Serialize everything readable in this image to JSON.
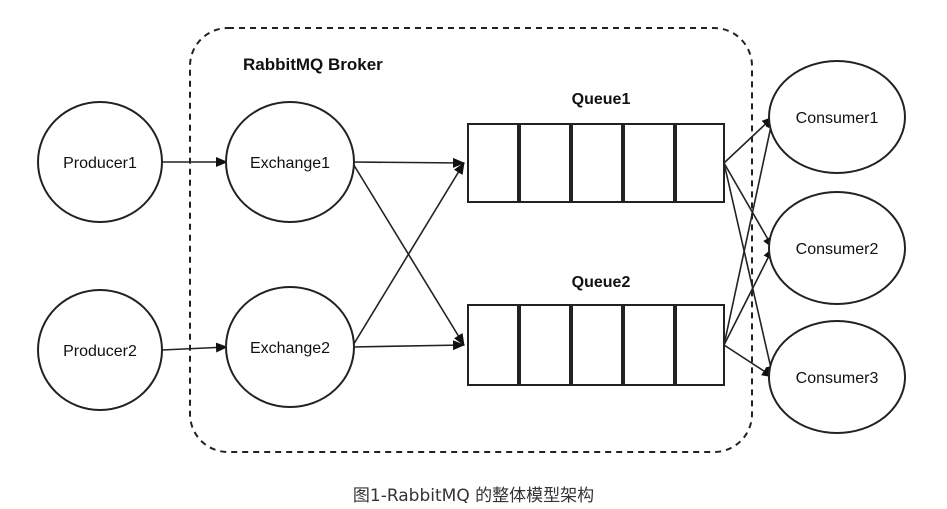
{
  "diagram": {
    "broker_label": "RabbitMQ Broker",
    "producers": [
      "Producer1",
      "Producer2"
    ],
    "exchanges": [
      "Exchange1",
      "Exchange2"
    ],
    "queues": [
      {
        "name": "Queue1",
        "cells": 5
      },
      {
        "name": "Queue2",
        "cells": 5
      }
    ],
    "consumers": [
      "Consumer1",
      "Consumer2",
      "Consumer3"
    ],
    "edges": [
      [
        "Producer1",
        "Exchange1"
      ],
      [
        "Producer2",
        "Exchange2"
      ],
      [
        "Exchange1",
        "Queue1"
      ],
      [
        "Exchange1",
        "Queue2"
      ],
      [
        "Exchange2",
        "Queue1"
      ],
      [
        "Exchange2",
        "Queue2"
      ],
      [
        "Queue1",
        "Consumer1"
      ],
      [
        "Queue1",
        "Consumer2"
      ],
      [
        "Queue1",
        "Consumer3"
      ],
      [
        "Queue2",
        "Consumer1"
      ],
      [
        "Queue2",
        "Consumer2"
      ],
      [
        "Queue2",
        "Consumer3"
      ]
    ]
  },
  "caption": "图1-RabbitMQ 的整体模型架构"
}
